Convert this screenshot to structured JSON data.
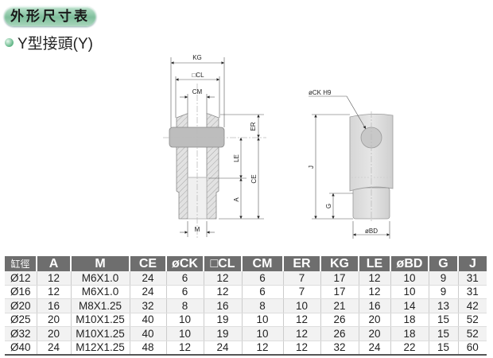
{
  "header": {
    "title": "外形尺寸表",
    "subtitle": "Y型接頭(Y)"
  },
  "drawing": {
    "labels": {
      "kg": "KG",
      "cl": "□CL",
      "cm": "CM",
      "er": "ER",
      "le": "LE",
      "ce": "CE",
      "a": "A",
      "m": "M",
      "ck": "øCK H9",
      "j": "J",
      "g": "G",
      "bd": "øBD"
    }
  },
  "table": {
    "headers": [
      "缸徑",
      "A",
      "M",
      "CE",
      "øCK",
      "□CL",
      "CM",
      "ER",
      "KG",
      "LE",
      "øBD",
      "G",
      "J"
    ],
    "rows": [
      [
        "Ø12",
        "12",
        "M6X1.0",
        "24",
        "6",
        "12",
        "6",
        "7",
        "17",
        "12",
        "10",
        "9",
        "31"
      ],
      [
        "Ø16",
        "12",
        "M6X1.0",
        "24",
        "6",
        "12",
        "6",
        "7",
        "17",
        "12",
        "10",
        "9",
        "31"
      ],
      [
        "Ø20",
        "16",
        "M8X1.25",
        "32",
        "8",
        "16",
        "8",
        "10",
        "21",
        "16",
        "14",
        "13",
        "42"
      ],
      [
        "Ø25",
        "20",
        "M10X1.25",
        "40",
        "10",
        "19",
        "10",
        "12",
        "26",
        "20",
        "18",
        "15",
        "52"
      ],
      [
        "Ø32",
        "20",
        "M10X1.25",
        "40",
        "10",
        "19",
        "10",
        "12",
        "26",
        "20",
        "18",
        "15",
        "52"
      ],
      [
        "Ø40",
        "24",
        "M12X1.25",
        "48",
        "12",
        "24",
        "12",
        "12",
        "32",
        "24",
        "22",
        "15",
        "60"
      ]
    ]
  }
}
